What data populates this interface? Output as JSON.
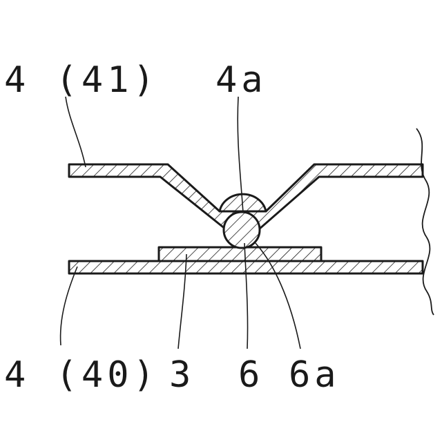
{
  "figure": {
    "labels": {
      "upper_plate": "4 (41)",
      "contact_point": "4a",
      "lower_plate": "4 (40)",
      "base_pad": "3",
      "ball": "6",
      "ball_surface": "6a"
    }
  }
}
